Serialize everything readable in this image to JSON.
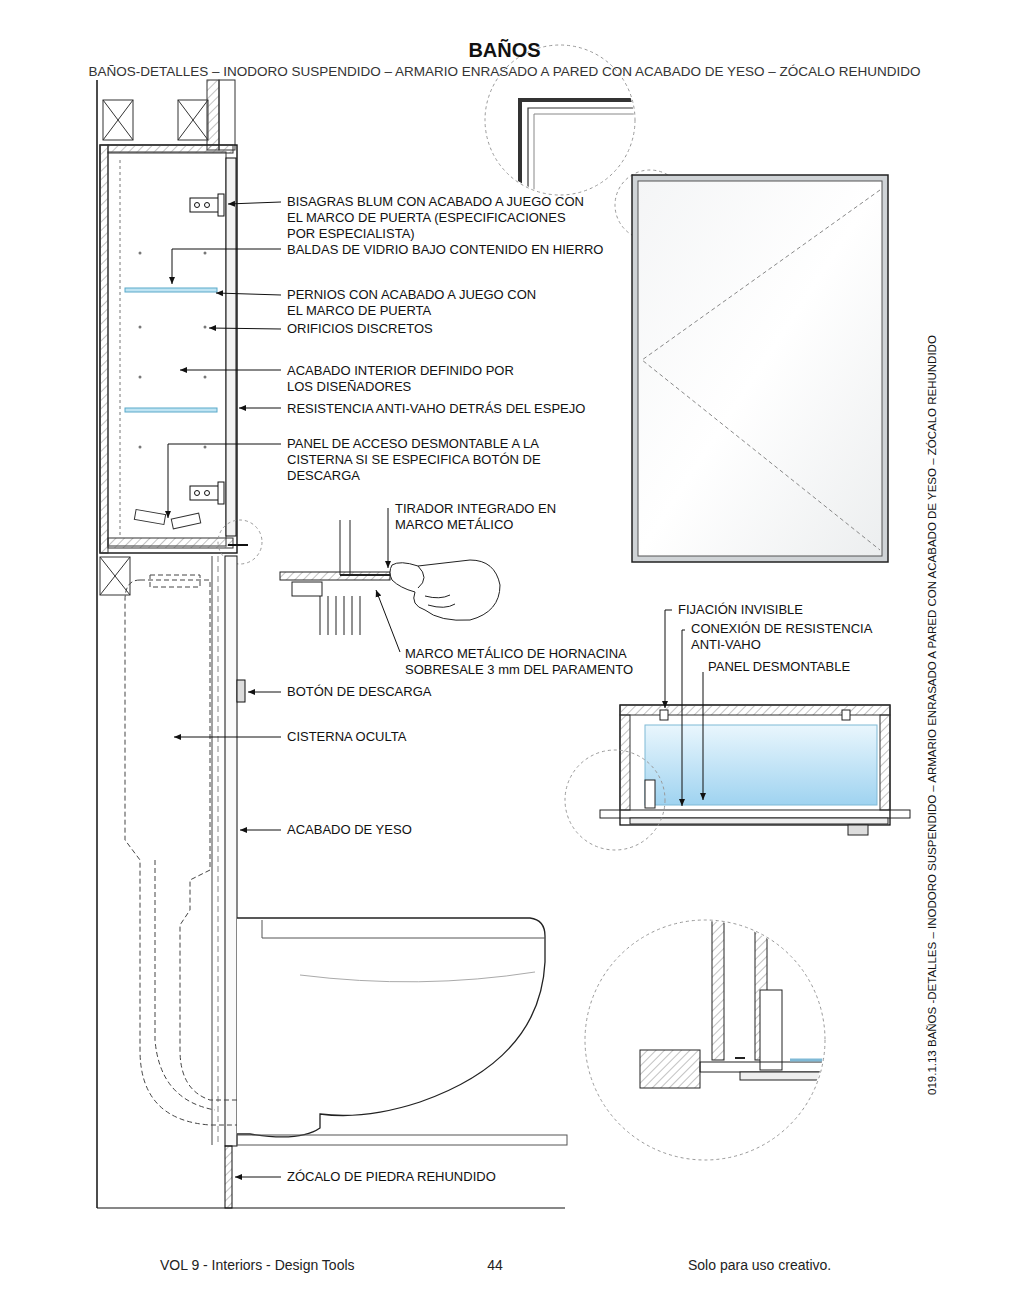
{
  "diagram": {
    "title": "BAÑOS",
    "labels": [
      "BAÑOS-DETALLES – INODORO SUSPENDIDO – ARMARIO ENRASADO A PARED CON ACABADO DE YESO – ZÓCALO REHUNDIDO",
      "BISAGRAS BLUM CON ACABADO A JUEGO CON EL MARCO DE PUERTA (ESPECIFICACIONES POR ESPECIALISTA)",
      "BALDAS DE VIDRIO BAJO CONTENIDO EN HIERRO",
      "PERNIOS CON ACABADO A JUEGO CON EL MARCO DE PUERTA",
      "ORIFICIOS DISCRETOS",
      "ACABADO INTERIOR DEFINIDO POR LOS DISEÑADORES",
      "RESISTENCIA ANTI-VAHO DETRÁS DEL ESPEJO",
      "PANEL DE ACCESO DESMONTABLE A LA CISTERNA SI SE ESPECIFICA BOTÓN DE DESCARGA",
      "TIRADOR INTEGRADO EN MARCO METÁLICO",
      "MARCO METÁLICO DE HORNACINA SOBRESALE 3 mm DEL PARAMENTO",
      "FIJACIÓN INVISIBLE",
      "CONEXIÓN DE RESISTENCIA ANTI-VAHO",
      "PANEL DESMONTABLE",
      "BOTÓN DE DESCARGA",
      "CISTERNA OCULTA",
      "ACABADO DE YESO",
      "ZÓCALO DE PIEDRA REHUNDIDO",
      "019.1.13 BAÑOS -DETALLES – INODORO SUSPENDIDO – ARMARIO ENRASADO A PARED CON ACABADO DE YESO – ZÓCALO REHUNDIDO",
      "VOL 9 - Interiors - Design Tools",
      "44",
      "Solo para uso creativo."
    ]
  }
}
